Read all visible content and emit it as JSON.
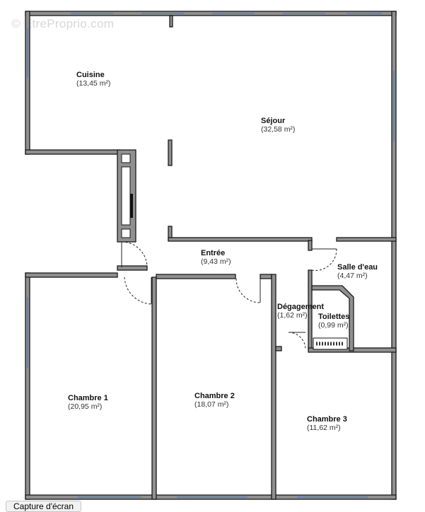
{
  "watermark": "© EtreProprio.com",
  "caption": "Capture d'écran",
  "rooms": [
    {
      "name": "Cuisine",
      "area": "(13,45 m²)"
    },
    {
      "name": "Séjour",
      "area": "(32,58 m²)"
    },
    {
      "name": "Entrée",
      "area": "(9,43 m²)"
    },
    {
      "name": "Salle d'eau",
      "area": "(4,47 m²)"
    },
    {
      "name": "Dégagement",
      "area": "(1,62 m²)"
    },
    {
      "name": "Toilettes",
      "area": "(0,99 m²)"
    },
    {
      "name": "Chambre 1",
      "area": "(20,95 m²)"
    },
    {
      "name": "Chambre 2",
      "area": "(18,07 m²)"
    },
    {
      "name": "Chambre 3",
      "area": "(11,62 m²)"
    }
  ],
  "colors": {
    "wall_fill": "#909090",
    "wall_edge": "#1a1a1a",
    "window": "#6b7fb0",
    "text": "#111111"
  }
}
